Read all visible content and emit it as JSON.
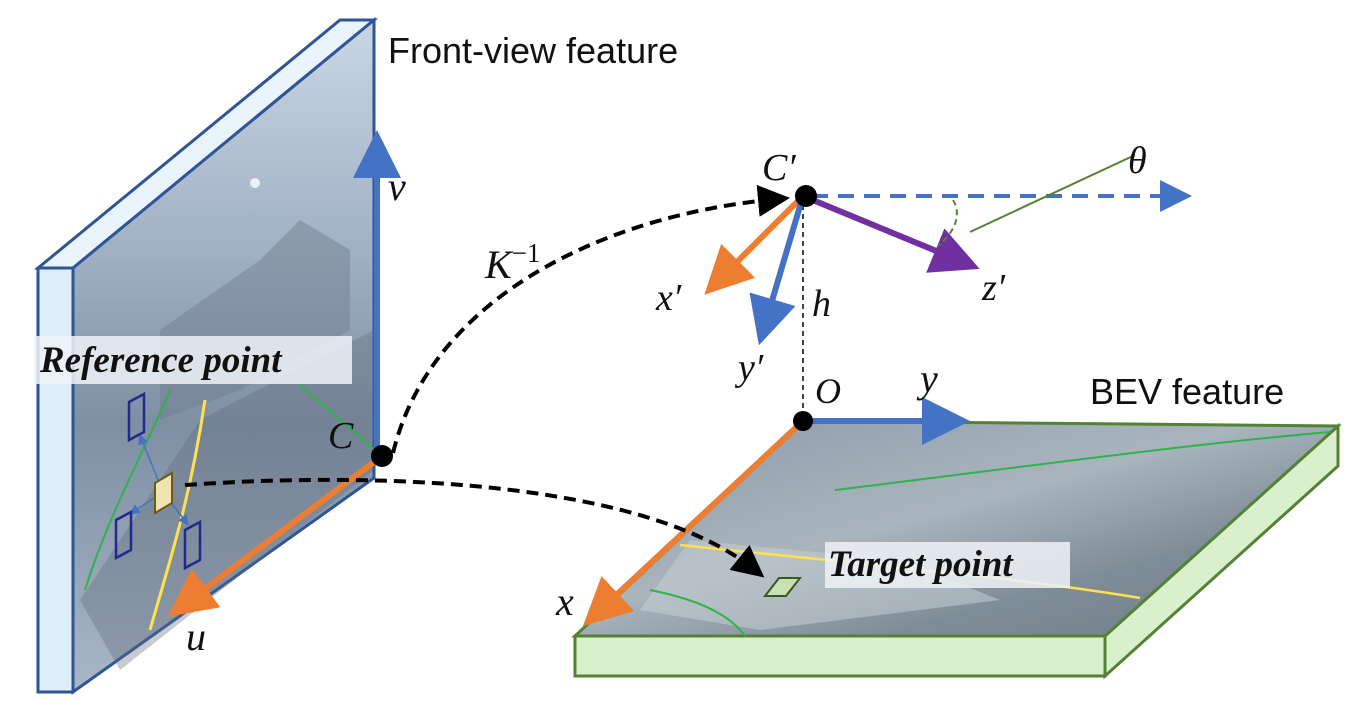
{
  "labels": {
    "front_view_feature": "Front-view feature",
    "bev_feature": "BEV feature",
    "reference_point": "Reference point",
    "target_point": "Target point",
    "k_inverse": "K",
    "k_inverse_exp": "−1",
    "camera_c": "C",
    "camera_c_prime": "C′",
    "origin_o": "O",
    "axis_u": "u",
    "axis_v": "v",
    "axis_x": "x",
    "axis_y": "y",
    "axis_x_prime": "x′",
    "axis_y_prime": "y′",
    "axis_z_prime": "z′",
    "height_h": "h",
    "angle_theta": "θ"
  },
  "colors": {
    "axis_blue": "#4472C4",
    "axis_orange": "#ED7D31",
    "axis_purple": "#7030A0",
    "bev_green": "#70AD47",
    "panel_border_blue": "#2F5597",
    "lane_yellow": "#FFE14D",
    "lane_green": "#2DB34A",
    "sample_navy": "#1F2A8C"
  }
}
